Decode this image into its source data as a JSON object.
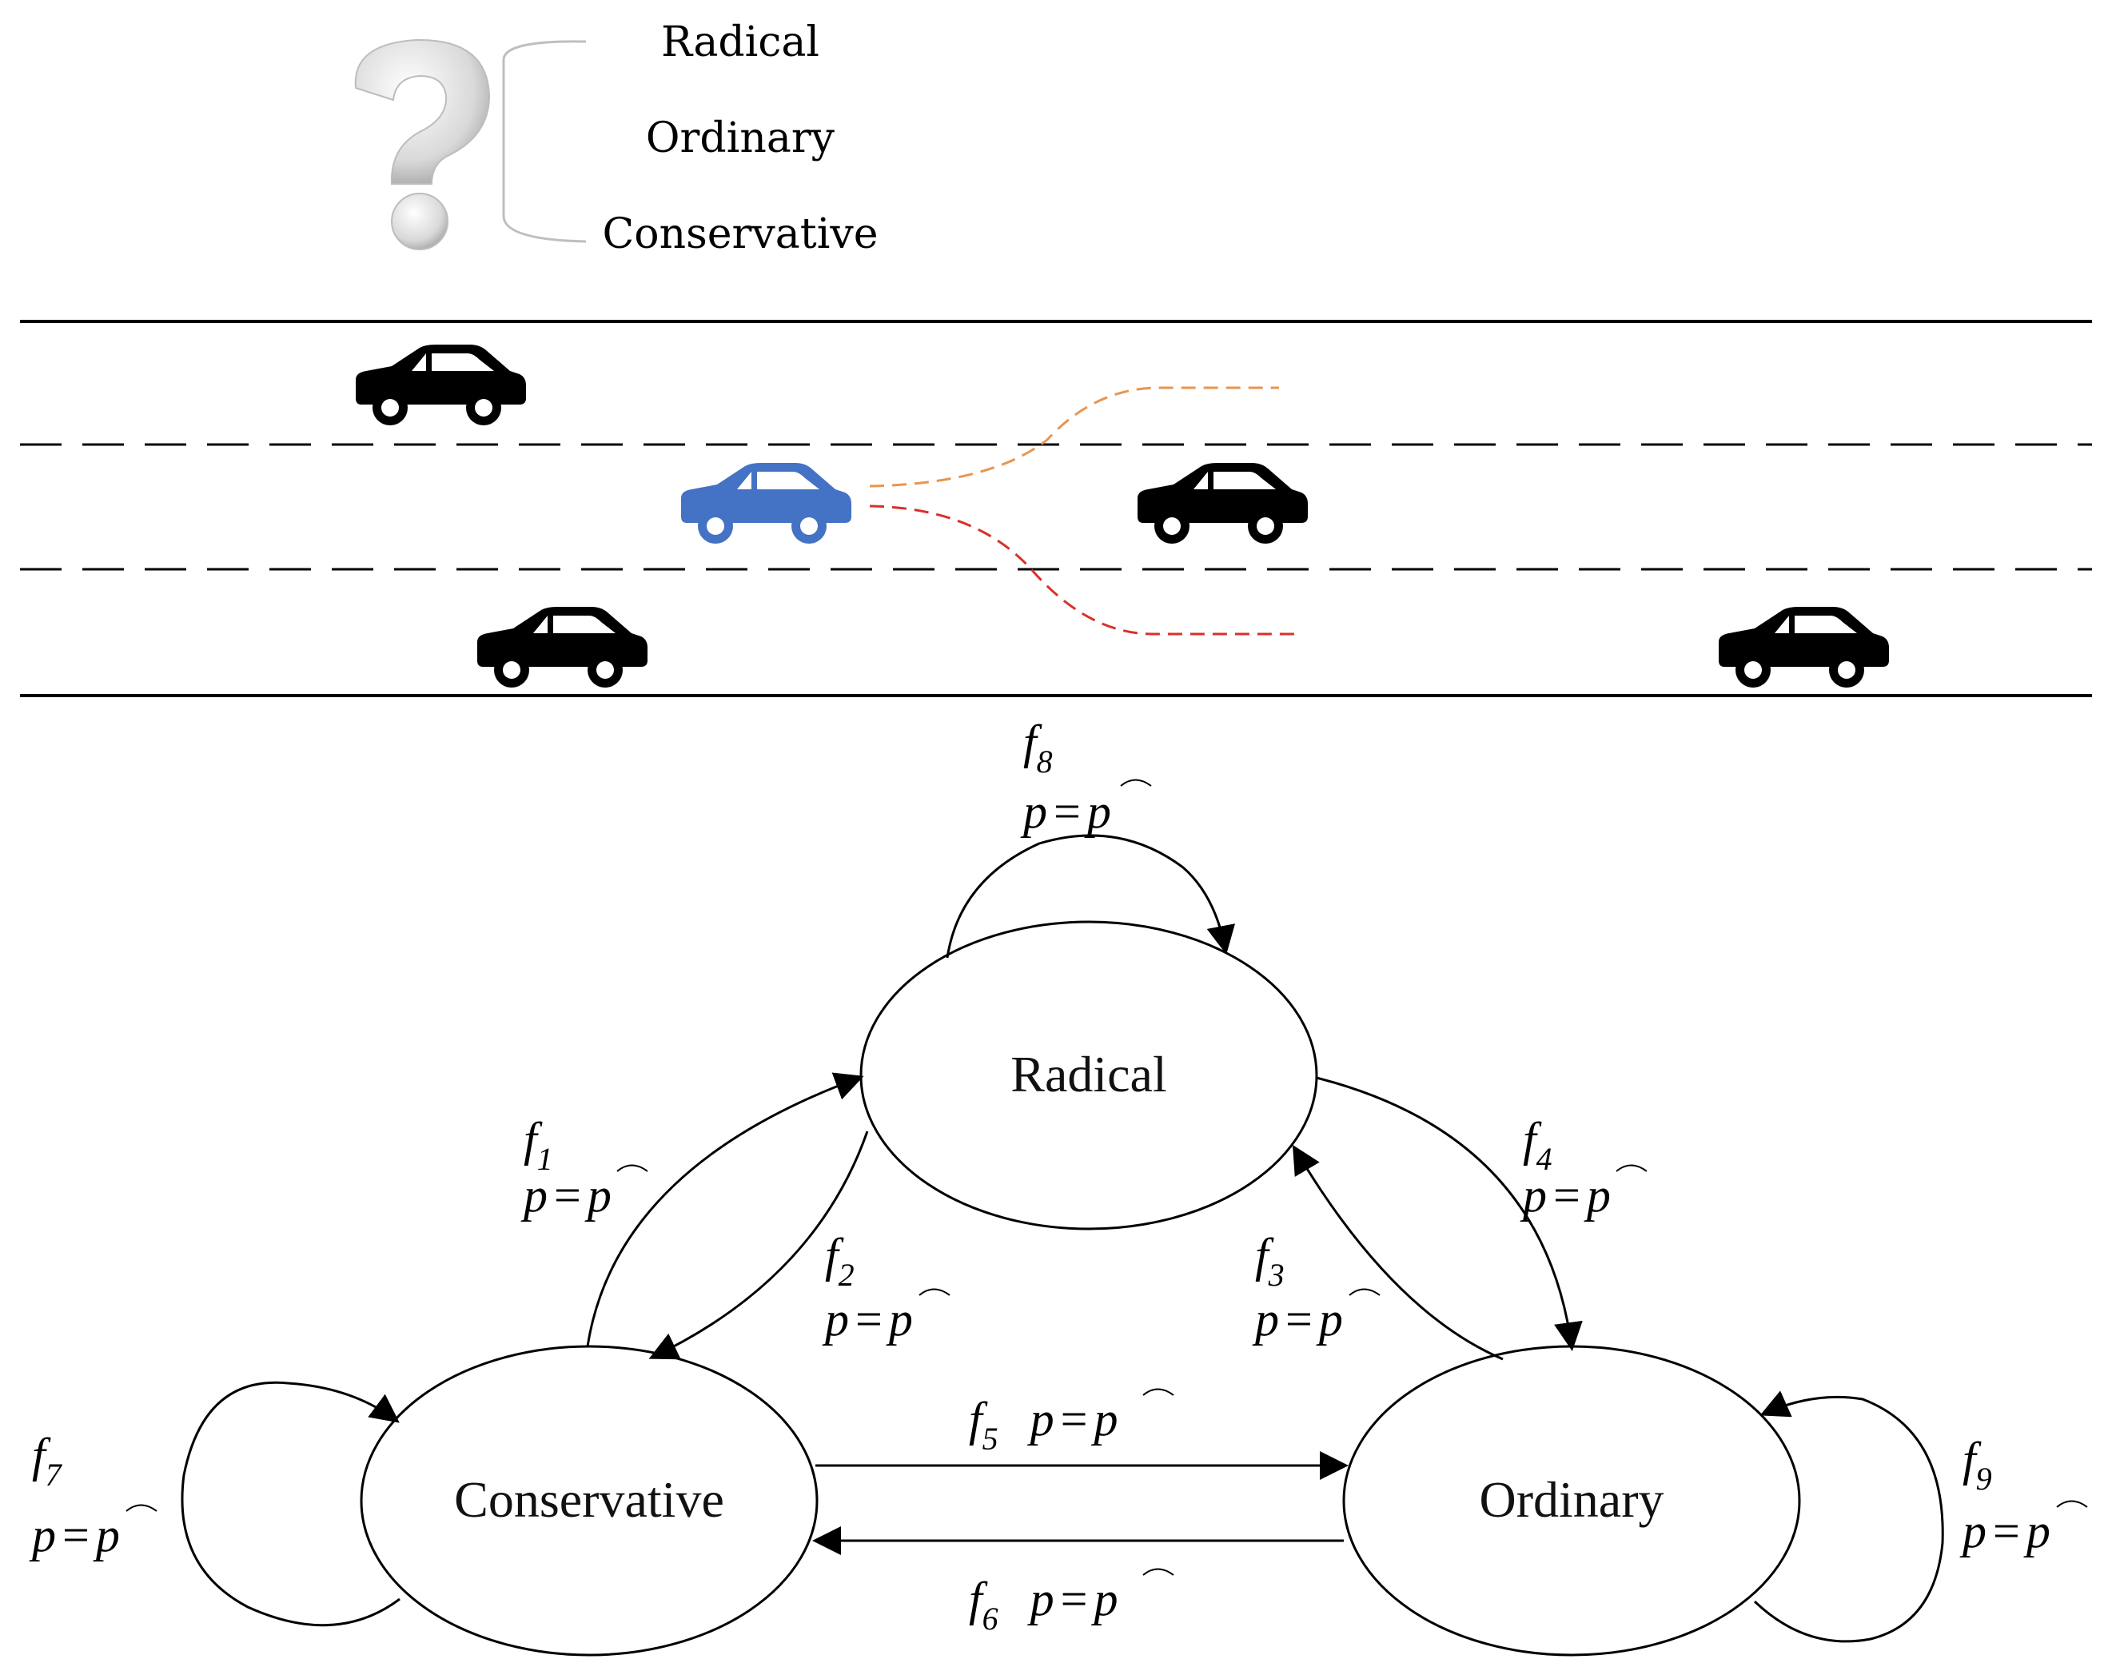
{
  "header": {
    "options": [
      "Radical",
      "Ordinary",
      "Conservative"
    ]
  },
  "icons": {
    "question": "question-mark-icon",
    "car": "car-icon"
  },
  "colors": {
    "ego_car": "#4472C4",
    "other_car": "#000000",
    "path_left": "#E8954F",
    "path_right": "#D9302A",
    "lines": "#000000"
  },
  "states": {
    "radical": "Radical",
    "conservative": "Conservative",
    "ordinary": "Ordinary"
  },
  "transitions": {
    "f1": {
      "f": "f",
      "sub": "1",
      "p": "p",
      "eq": "=",
      "phat": "p"
    },
    "f2": {
      "f": "f",
      "sub": "2",
      "p": "p",
      "eq": "=",
      "phat": "p"
    },
    "f3": {
      "f": "f",
      "sub": "3",
      "p": "p",
      "eq": "=",
      "phat": "p"
    },
    "f4": {
      "f": "f",
      "sub": "4",
      "p": "p",
      "eq": "=",
      "phat": "p"
    },
    "f5": {
      "f": "f",
      "sub": "5",
      "p": "p",
      "eq": "=",
      "phat": "p"
    },
    "f6": {
      "f": "f",
      "sub": "6",
      "p": "p",
      "eq": "=",
      "phat": "p"
    },
    "f7": {
      "f": "f",
      "sub": "7",
      "p": "p",
      "eq": "=",
      "phat": "p"
    },
    "f8": {
      "f": "f",
      "sub": "8",
      "p": "p",
      "eq": "=",
      "phat": "p"
    },
    "f9": {
      "f": "f",
      "sub": "9",
      "p": "p",
      "eq": "=",
      "phat": "p"
    }
  }
}
